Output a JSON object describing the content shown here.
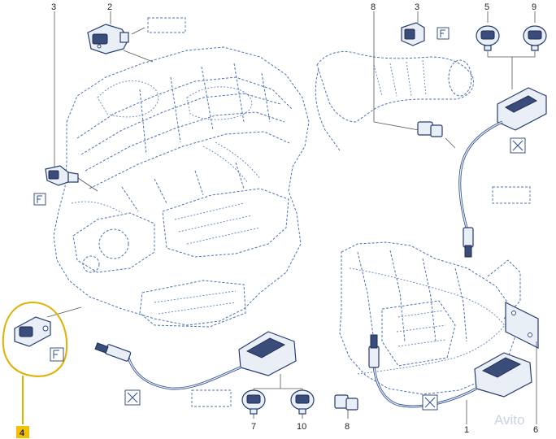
{
  "callouts": {
    "left_3": "3",
    "top_2": "2",
    "right_8": "8",
    "right_3": "3",
    "right_5": "5",
    "right_9": "9",
    "bottom_4": "4",
    "bottom_7": "7",
    "bottom_10": "10",
    "bottom_8": "8",
    "bottom_1": "1",
    "right_6": "6"
  },
  "highlight": {
    "color": "#e0b000",
    "item": "4"
  },
  "colors": {
    "line": "#4a72b5",
    "part": "#263d70"
  },
  "icons": [
    "temperature-icon",
    "no-tool-icon",
    "dashed-reference-box"
  ],
  "watermark": "Avito"
}
